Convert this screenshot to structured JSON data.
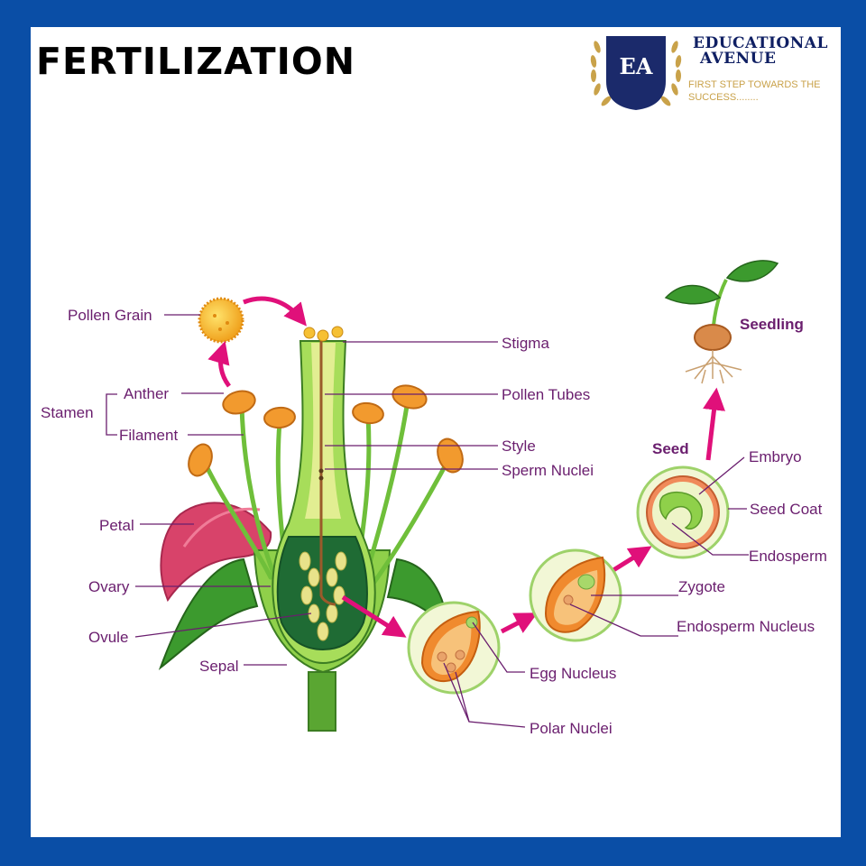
{
  "title": "FERTILIZATION",
  "brand": {
    "monogram": "EA",
    "name_line1": "EDUCATIONAL",
    "name_line2": "AVENUE",
    "tagline_line1": "FIRST STEP TOWARDS THE",
    "tagline_line2": "SUCCESS........"
  },
  "labels": {
    "pollen_grain": "Pollen Grain",
    "stamen": "Stamen",
    "anther": "Anther",
    "filament": "Filament",
    "petal": "Petal",
    "ovary": "Ovary",
    "ovule": "Ovule",
    "sepal": "Sepal",
    "stigma": "Stigma",
    "pollen_tubes": "Pollen Tubes",
    "style": "Style",
    "sperm_nuclei": "Sperm Nuclei",
    "egg_nucleus": "Egg Nucleus",
    "polar_nuclei": "Polar Nuclei",
    "zygote": "Zygote",
    "endosperm_nucleus": "Endosperm Nucleus",
    "seed": "Seed",
    "embryo": "Embryo",
    "seed_coat": "Seed Coat",
    "endosperm": "Endosperm",
    "seedling": "Seedling"
  },
  "colors": {
    "frame": "#0a4ea6",
    "label": "#6a1e6e",
    "arrow": "#e0107a",
    "leaf": "#3c9a2e",
    "petal": "#d8436a",
    "anther": "#f29a2e"
  }
}
